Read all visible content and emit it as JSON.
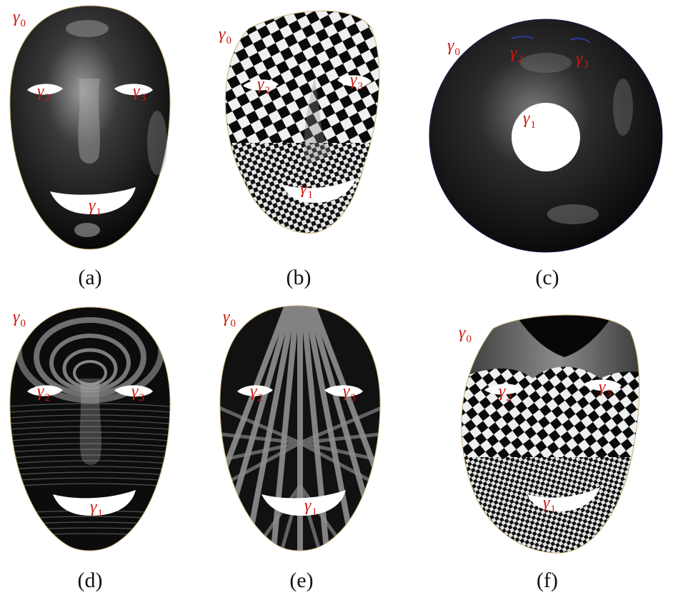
{
  "figure": {
    "panels": [
      {
        "caption": "(a)",
        "pattern": "shaded",
        "labels": {
          "g0": {
            "sym": "γ",
            "sub": "0"
          },
          "g1": {
            "sym": "γ",
            "sub": "1"
          },
          "g2": {
            "sym": "γ",
            "sub": "2"
          },
          "g3": {
            "sym": "γ",
            "sub": "3"
          }
        }
      },
      {
        "caption": "(b)",
        "pattern": "checkerboard",
        "labels": {
          "g0": {
            "sym": "γ",
            "sub": "0"
          },
          "g1": {
            "sym": "γ",
            "sub": "1"
          },
          "g2": {
            "sym": "γ",
            "sub": "2"
          },
          "g3": {
            "sym": "γ",
            "sub": "3"
          }
        }
      },
      {
        "caption": "(c)",
        "pattern": "annulus",
        "labels": {
          "g0": {
            "sym": "γ",
            "sub": "0"
          },
          "g1": {
            "sym": "γ",
            "sub": "1"
          },
          "g2": {
            "sym": "γ",
            "sub": "2"
          },
          "g3": {
            "sym": "γ",
            "sub": "3"
          }
        }
      },
      {
        "caption": "(d)",
        "pattern": "concentric-stripes",
        "labels": {
          "g0": {
            "sym": "γ",
            "sub": "0"
          },
          "g1": {
            "sym": "γ",
            "sub": "1"
          },
          "g2": {
            "sym": "γ",
            "sub": "2"
          },
          "g3": {
            "sym": "γ",
            "sub": "3"
          }
        }
      },
      {
        "caption": "(e)",
        "pattern": "radial-stripes",
        "labels": {
          "g0": {
            "sym": "γ",
            "sub": "0"
          },
          "g1": {
            "sym": "γ",
            "sub": "1"
          },
          "g2": {
            "sym": "γ",
            "sub": "2"
          },
          "g3": {
            "sym": "γ",
            "sub": "3"
          }
        }
      },
      {
        "caption": "(f)",
        "pattern": "checkerboard-partial",
        "labels": {
          "g0": {
            "sym": "γ",
            "sub": "0"
          },
          "g1": {
            "sym": "γ",
            "sub": "1"
          },
          "g2": {
            "sym": "γ",
            "sub": "2"
          },
          "g3": {
            "sym": "γ",
            "sub": "3"
          }
        }
      }
    ],
    "colors": {
      "label": "#cc1a10",
      "surface_dark": "#0e0e0e",
      "surface_light": "#d8d8d8",
      "background": "#ffffff"
    }
  }
}
